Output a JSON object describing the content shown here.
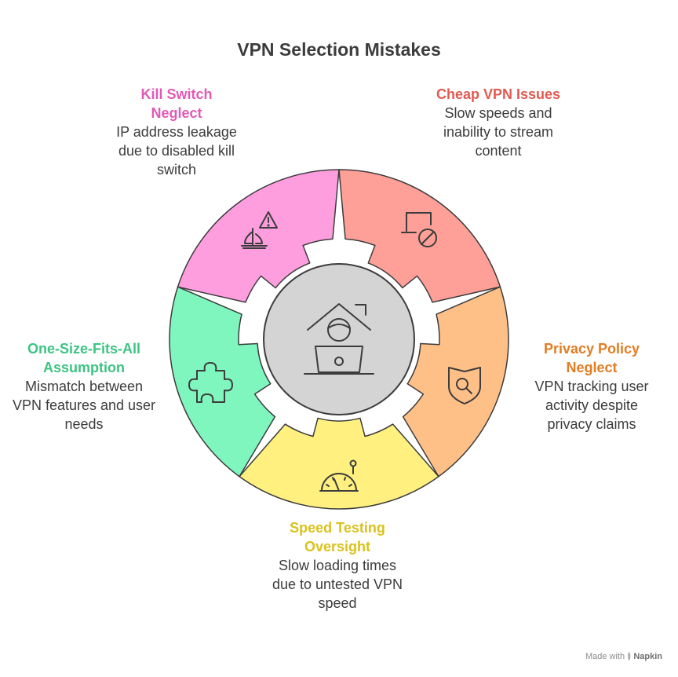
{
  "title": "VPN Selection Mistakes",
  "segments": [
    {
      "id": "cheap",
      "heading": "Cheap VPN Issues",
      "body": "Slow speeds and inability to stream content",
      "color": "#fe9f98",
      "heading_color": "#e05a52",
      "icon": "laptop-blocked-icon"
    },
    {
      "id": "privacy",
      "heading": "Privacy Policy Neglect",
      "body": "VPN tracking user activity despite privacy claims",
      "color": "#ffc088",
      "heading_color": "#e27d24",
      "icon": "shield-search-icon"
    },
    {
      "id": "speed",
      "heading": "Speed Testing Oversight",
      "body": "Slow loading times due to untested VPN speed",
      "color": "#fff07f",
      "heading_color": "#d9c21c",
      "icon": "speedometer-icon"
    },
    {
      "id": "fit",
      "heading": "One-Size-Fits-All Assumption",
      "body": "Mismatch between VPN features and user needs",
      "color": "#80f6bf",
      "heading_color": "#3cc482",
      "icon": "puzzle-piece-icon"
    },
    {
      "id": "kill",
      "heading": "Kill Switch Neglect",
      "body": "IP address leakage due to disabled kill switch",
      "color": "#fe9edf",
      "heading_color": "#e359b6",
      "icon": "warning-sailboat-icon"
    }
  ],
  "center": {
    "color": "#d4d4d4",
    "icon": "home-user-laptop-icon"
  },
  "footer": {
    "made_with": "Made with",
    "brand": "Napkin"
  }
}
